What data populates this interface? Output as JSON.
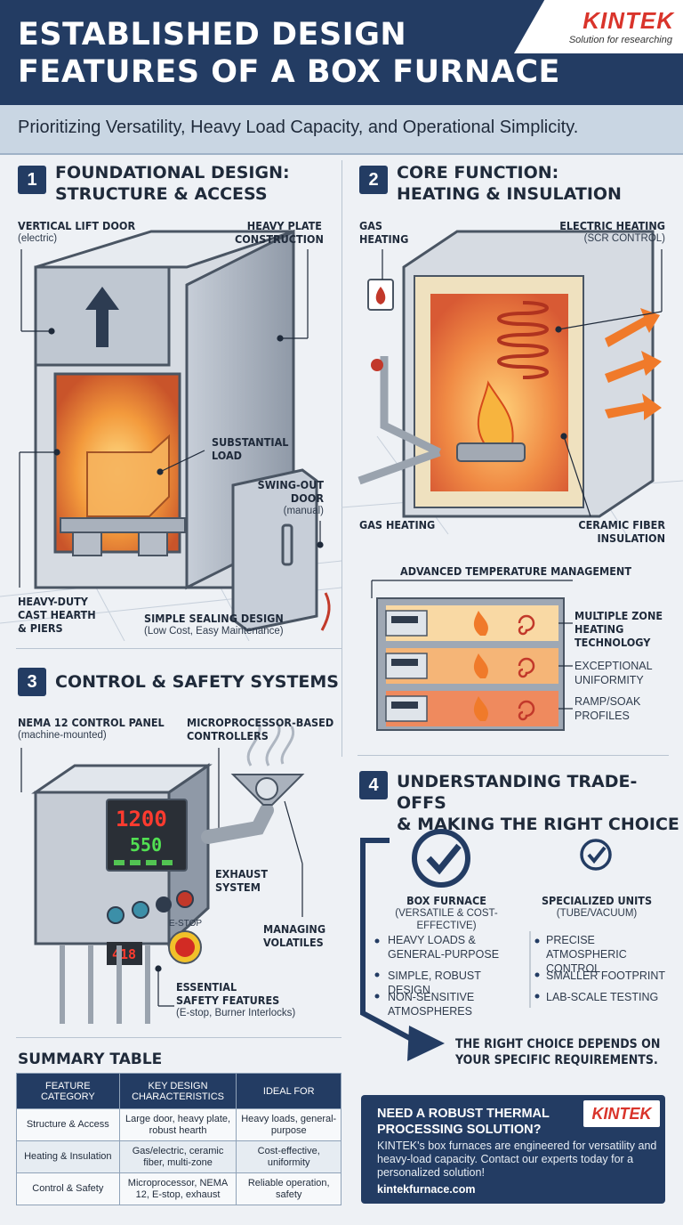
{
  "header": {
    "title_line1": "ESTABLISHED DESIGN",
    "title_line2": "FEATURES OF A BOX FURNACE",
    "subtitle": "Prioritizing Versatility, Heavy Load Capacity, and Operational Simplicity."
  },
  "brand": {
    "name": "KINTEK",
    "tagline": "Solution for researching"
  },
  "section1": {
    "number": "1",
    "title_line1": "FOUNDATIONAL DESIGN:",
    "title_line2": "STRUCTURE & ACCESS",
    "labels": {
      "vertical_lift_door": "VERTICAL LIFT DOOR",
      "vertical_lift_door_sub": "(electric)",
      "heavy_plate_1": "HEAVY PLATE",
      "heavy_plate_2": "CONSTRUCTION",
      "substantial_1": "SUBSTANTIAL",
      "substantial_2": "LOAD",
      "swing_out_1": "SWING-OUT",
      "swing_out_2": "DOOR",
      "swing_out_sub": "(manual)",
      "hearth_1": "HEAVY-DUTY",
      "hearth_2": "CAST HEARTH",
      "hearth_3": "& PIERS",
      "sealing": "SIMPLE SEALING DESIGN",
      "sealing_sub": "(Low Cost, Easy Maintenance)"
    }
  },
  "section2": {
    "number": "2",
    "title_line1": "CORE FUNCTION:",
    "title_line2": "HEATING & INSULATION",
    "labels": {
      "gas_1": "GAS",
      "gas_2": "HEATING",
      "electric_1": "ELECTRIC HEATING",
      "electric_sub": "(SCR CONTROL)",
      "gas_bottom": "GAS HEATING",
      "ceramic_1": "CERAMIC FIBER",
      "ceramic_2": "INSULATION",
      "advanced": "ADVANCED TEMPERATURE MANAGEMENT",
      "zone_1": "MULTIPLE ZONE",
      "zone_2": "HEATING",
      "zone_3": "TECHNOLOGY",
      "uniform_1": "EXCEPTIONAL",
      "uniform_2": "UNIFORMITY",
      "ramp_1": "RAMP/SOAK",
      "ramp_2": "PROFILES"
    }
  },
  "section3": {
    "number": "3",
    "title": "CONTROL & SAFETY SYSTEMS",
    "labels": {
      "nema": "NEMA 12 CONTROL PANEL",
      "nema_sub": "(machine-mounted)",
      "micro_1": "MICROPROCESSOR-BASED",
      "micro_2": "CONTROLLERS",
      "exhaust_1": "EXHAUST",
      "exhaust_2": "SYSTEM",
      "volatiles_1": "MANAGING",
      "volatiles_2": "VOLATILES",
      "safety_1": "ESSENTIAL",
      "safety_2": "SAFETY FEATURES",
      "safety_sub": "(E-stop, Burner Interlocks)",
      "display_top": "1200",
      "display_bottom": "550",
      "display_small": "418",
      "estop": "E-STOP"
    }
  },
  "section4": {
    "number": "4",
    "title_line1": "UNDERSTANDING TRADE-OFFS",
    "title_line2": "& MAKING THE RIGHT CHOICE",
    "box": {
      "title": "BOX FURNACE",
      "sub": "(VERSATILE & COST-EFFECTIVE)",
      "items": [
        "HEAVY LOADS & GENERAL-PURPOSE",
        "SIMPLE, ROBUST DESIGN",
        "NON-SENSITIVE ATMOSPHERES"
      ]
    },
    "specialized": {
      "title": "SPECIALIZED UNITS",
      "sub": "(TUBE/VACUUM)",
      "items": [
        "PRECISE ATMOSPHERIC CONTROL",
        "SMALLER FOOTPRINT",
        "LAB-SCALE TESTING"
      ]
    },
    "conclusion_1": "THE RIGHT CHOICE DEPENDS ON",
    "conclusion_2": "YOUR SPECIFIC REQUIREMENTS."
  },
  "summary": {
    "title": "SUMMARY TABLE",
    "headers": [
      "FEATURE CATEGORY",
      "KEY DESIGN CHARACTERISTICS",
      "IDEAL FOR"
    ],
    "rows": [
      [
        "Structure & Access",
        "Large door, heavy plate, robust hearth",
        "Heavy loads, general-purpose"
      ],
      [
        "Heating & Insulation",
        "Gas/electric, ceramic fiber, multi-zone",
        "Cost-effective, uniformity"
      ],
      [
        "Control & Safety",
        "Microprocessor, NEMA 12, E-stop, exhaust",
        "Reliable operation, safety"
      ]
    ]
  },
  "cta": {
    "title": "NEED A ROBUST THERMAL PROCESSING SOLUTION?",
    "text": "KINTEK's box furnaces are engineered for versatility and heavy-load capacity. Contact our experts today for a personalized solution!",
    "link": "kintekfurnace.com"
  },
  "colors": {
    "navy": "#233c63",
    "accent_red": "#d9342b",
    "flame": "#f07a2a"
  }
}
